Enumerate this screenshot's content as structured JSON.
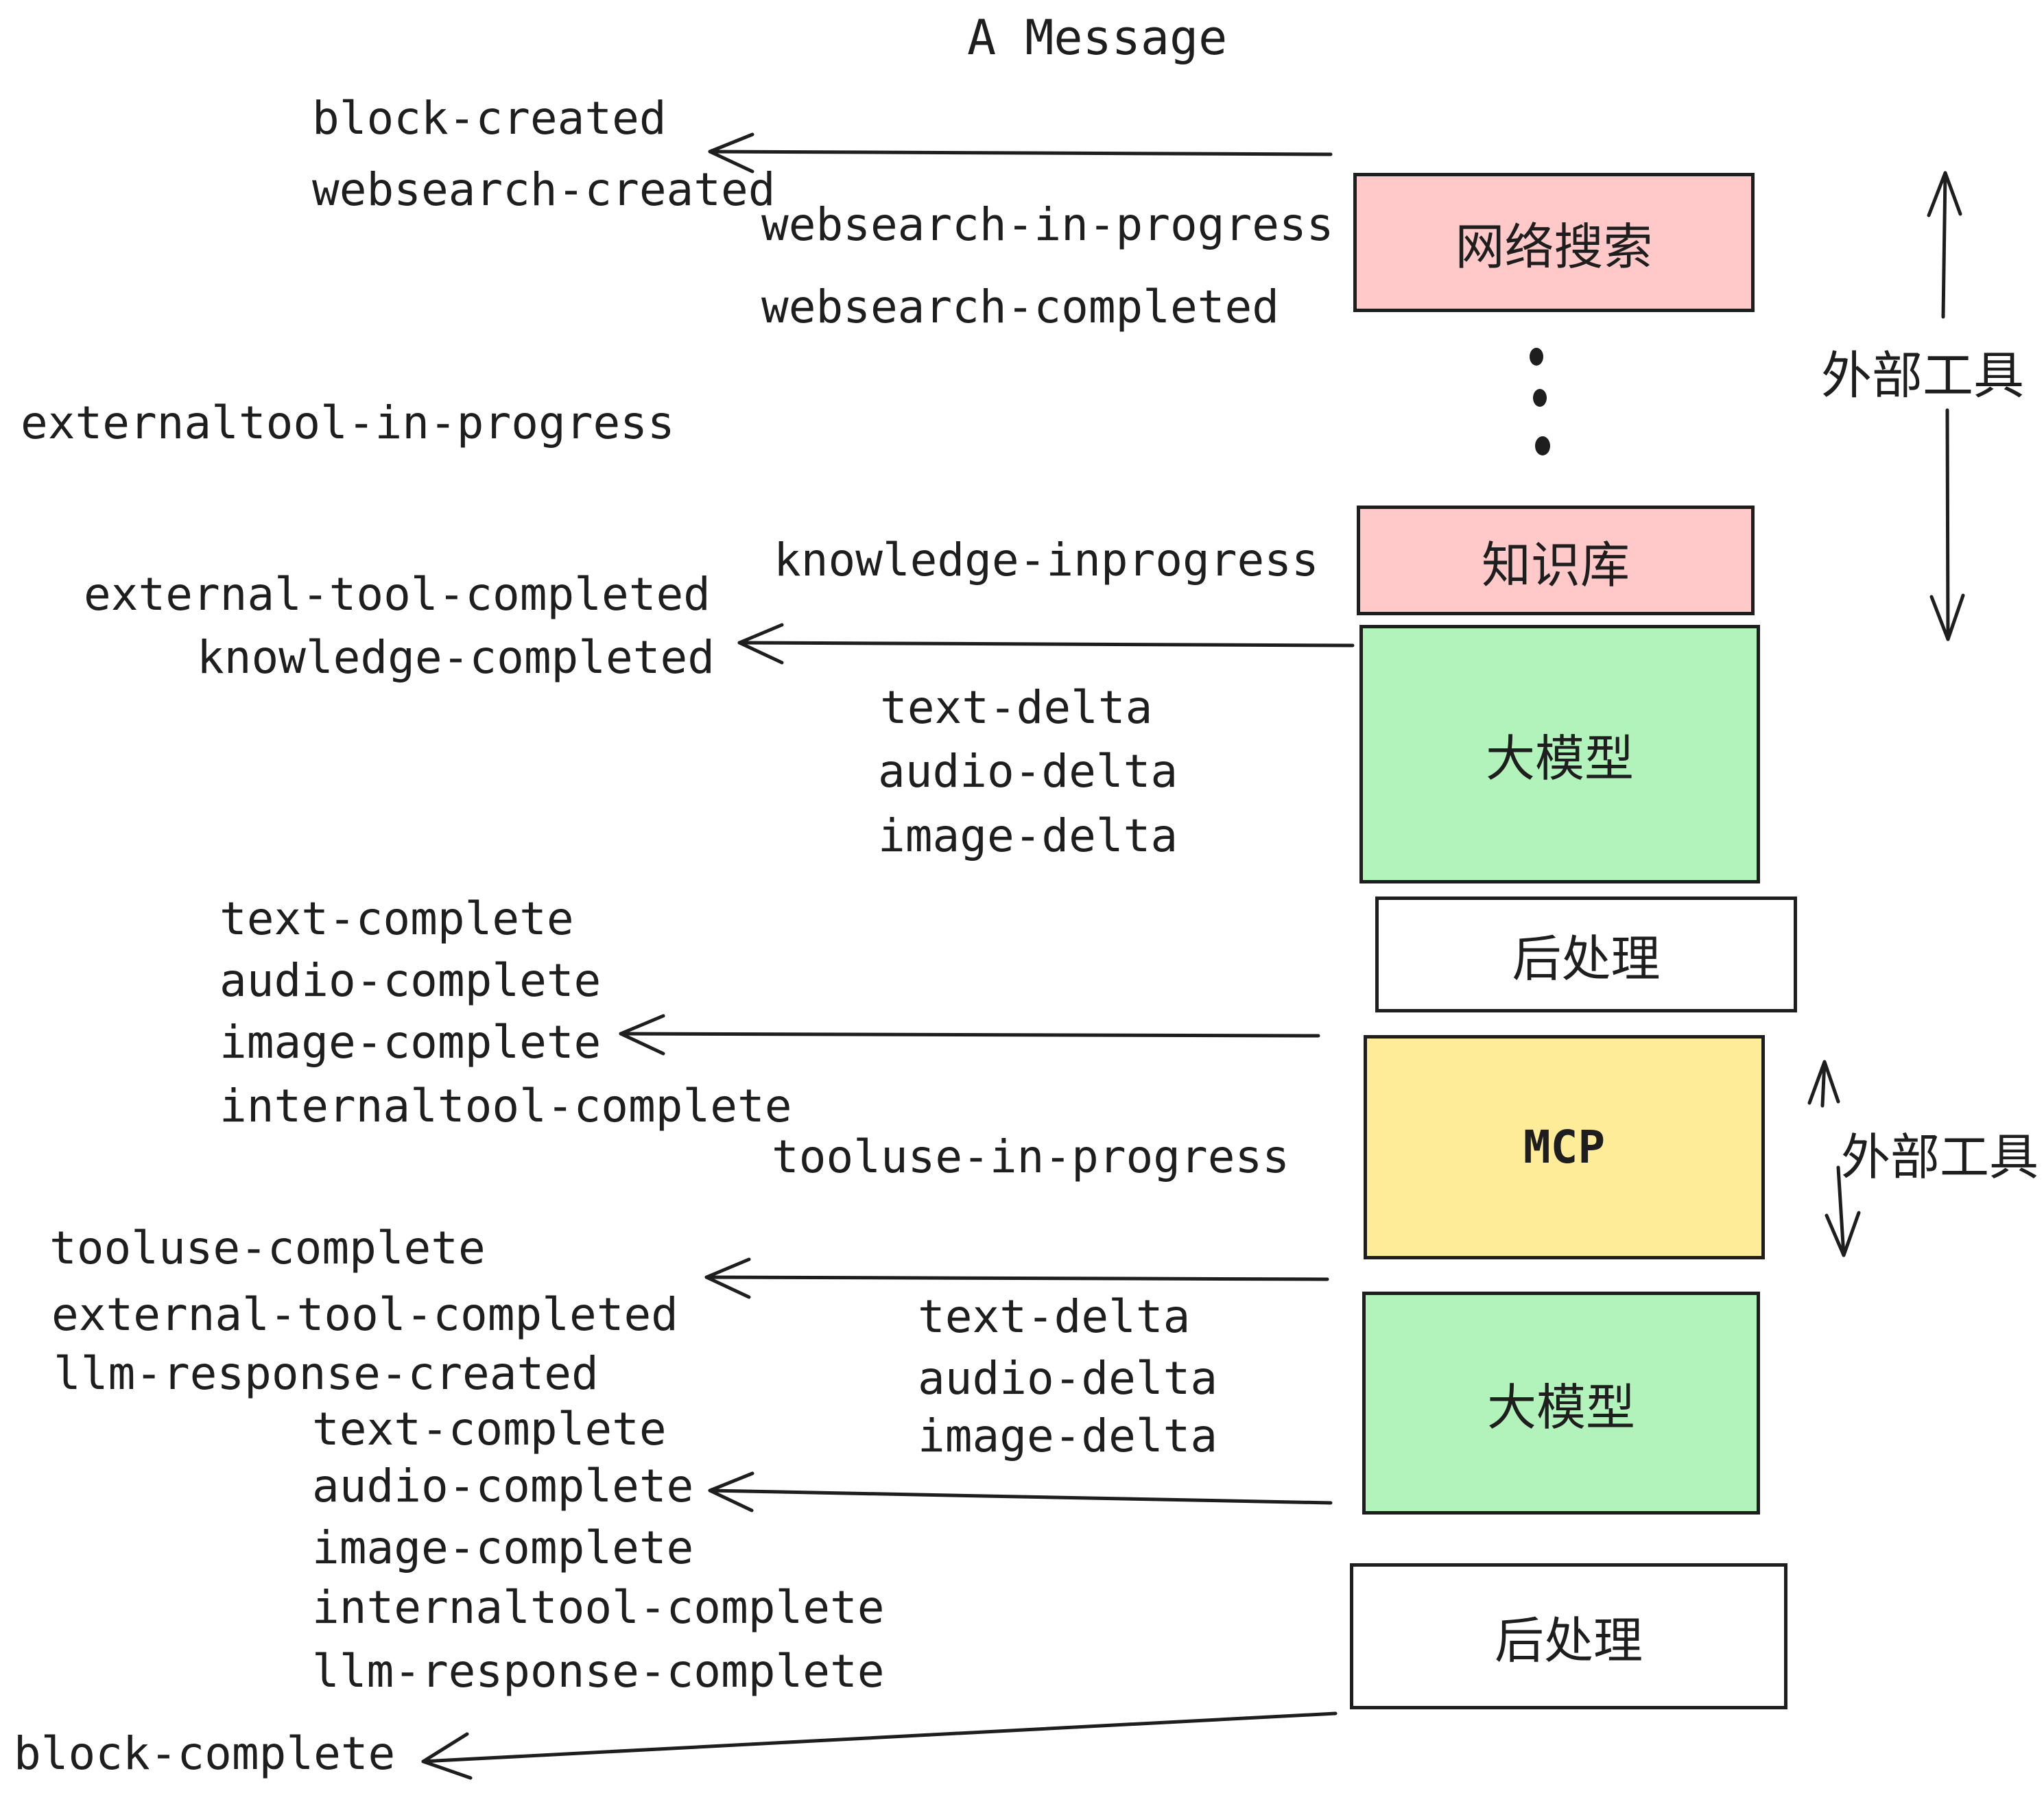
{
  "title": "A Message",
  "colors": {
    "ink": "#1e1e1e",
    "pink": "#ffc9c9",
    "green": "#b2f2bb",
    "yellow": "#ffec99",
    "white": "#ffffff"
  },
  "boxes": {
    "websearch": "网络搜索",
    "knowledge": "知识库",
    "llm1": "大模型",
    "post1": "后处理",
    "mcp": "MCP",
    "llm2": "大模型",
    "post2": "后处理"
  },
  "side_labels": {
    "external_tool_top": "外部工具",
    "external_tool_bottom": "外部工具"
  },
  "icons": {
    "ellipsis": "vertical-ellipsis-dots",
    "arrow": "left-arrow"
  },
  "events": {
    "block_created": "block-created",
    "websearch_created": "websearch-created",
    "websearch_in_progress": "websearch-in-progress",
    "websearch_completed": "websearch-completed",
    "externaltool_in_progress": "externaltool-in-progress",
    "external_tool_completed_1": "external-tool-completed",
    "knowledge_completed": "knowledge-completed",
    "knowledge_inprogress": "knowledge-inprogress",
    "text_delta_1": "text-delta",
    "audio_delta_1": "audio-delta",
    "image_delta_1": "image-delta",
    "text_complete_1": "text-complete",
    "audio_complete_1": "audio-complete",
    "image_complete_1": "image-complete",
    "internaltool_complete_1": "internaltool-complete",
    "tooluse_in_progress": "tooluse-in-progress",
    "tooluse_complete": "tooluse-complete",
    "external_tool_completed_2": "external-tool-completed",
    "llm_response_created": "llm-response-created",
    "text_delta_2": "text-delta",
    "audio_delta_2": "audio-delta",
    "image_delta_2": "image-delta",
    "text_complete_2": "text-complete",
    "audio_complete_2": "audio-complete",
    "image_complete_2": "image-complete",
    "internaltool_complete_2": "internaltool-complete",
    "llm_response_complete": "llm-response-complete",
    "block_complete": "block-complete"
  }
}
